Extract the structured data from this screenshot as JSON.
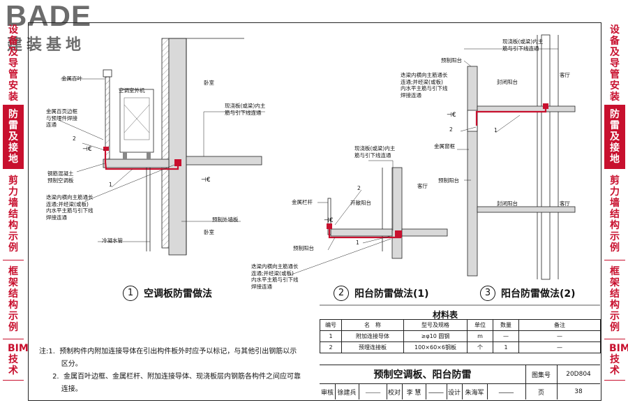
{
  "logo": {
    "brand": "BADE",
    "subtitle": "建装基地"
  },
  "sidebar_left": [
    {
      "label": "设备及导管安装",
      "active": false
    },
    {
      "label": "防雷及接地",
      "active": true
    },
    {
      "label": "剪力墙结构示例",
      "active": false
    },
    {
      "label": "框架结构示例",
      "active": false
    },
    {
      "label": "BIM技术",
      "active": false
    }
  ],
  "sidebar_right": [
    {
      "label": "设备及导管安装",
      "active": false
    },
    {
      "label": "防雷及接地",
      "active": true
    },
    {
      "label": "剪力墙结构示例",
      "active": false
    },
    {
      "label": "框架结构示例",
      "active": false
    },
    {
      "label": "BIM技术",
      "active": false
    }
  ],
  "details": {
    "d1": {
      "num": "1",
      "title": "空调板防雷做法"
    },
    "d2": {
      "num": "2",
      "title": "阳台防雷做法(1)"
    },
    "d3": {
      "num": "3",
      "title": "阳台防雷做法(2)"
    }
  },
  "labels": {
    "metal_louver": "金属百叶",
    "ac_unit": "空调室外机",
    "bedroom": "卧室",
    "louver_frame": "金属百页边框\n与预埋件焊接\n连通",
    "rc_ac_board": "钢筋混凝土\n预制空调板",
    "cast_slab_1": "现浇板(或梁)内主\n筋与引下线连通",
    "beam_note_1": "迭梁内横向主筋通长\n连通;并经梁(或板)\n内水平主筋与引下线\n焊接连通",
    "precast_wall": "预制外墙板",
    "condense_pipe": "冷凝水管",
    "cast_slab_2": "现浇板(或梁)内主\n筋与引下线连通",
    "metal_railing": "金属栏杆",
    "open_balcony": "开敞阳台",
    "precast_balcony": "预制阳台",
    "living_room": "客厅",
    "beam_note_2": "迭梁内横向主筋通长\n连通;并经梁(或板)\n内水平主筋与引下线\n焊接连通",
    "cast_slab_3": "现浇板(或梁)内主\n筋与引下线连通",
    "precast_balcony_3": "预制阳台",
    "beam_note_3": "迭梁内横向主筋通长\n连通;并经梁(或板)\n内水平主筋与引下线\n焊接连通",
    "enclosed_balcony": "封闭阳台",
    "metal_window_frame": "金属窗框",
    "n1": "1",
    "n2": "2"
  },
  "material_table": {
    "title": "材料表",
    "headers": [
      "编号",
      "名　称",
      "型号及规格",
      "单位",
      "数量",
      "备注"
    ],
    "rows": [
      [
        "1",
        "附加连接导体",
        "≥φ10 圆钢",
        "m",
        "—",
        "—"
      ],
      [
        "2",
        "预埋连接板",
        "100×60×6钢板",
        "个",
        "1",
        "—"
      ]
    ]
  },
  "notes": {
    "line1": "注:1.  预制构件内附加连接导体在引出构件板外时应予以标记，与其他引出钢筋以示",
    "line2": "          区分。",
    "line3": "      2.  金属百叶边框、金属栏杆、附加连接导体、现浇板层内钢筋各构件之间应可靠",
    "line4": "          连接。"
  },
  "title_block": {
    "drawing_title": "预制空调板、阳台防雷",
    "atlas_label": "图集号",
    "atlas_no": "20D804",
    "review_label": "审核",
    "reviewer": "徐建兵",
    "check_label": "校对",
    "checker": "李 慧",
    "design_label": "设计",
    "designer": "朱海军",
    "page_label": "页",
    "page_no": "38"
  },
  "colors": {
    "accent": "#c8102e",
    "line": "#222222",
    "wall_fill": "#d9d9d9"
  }
}
